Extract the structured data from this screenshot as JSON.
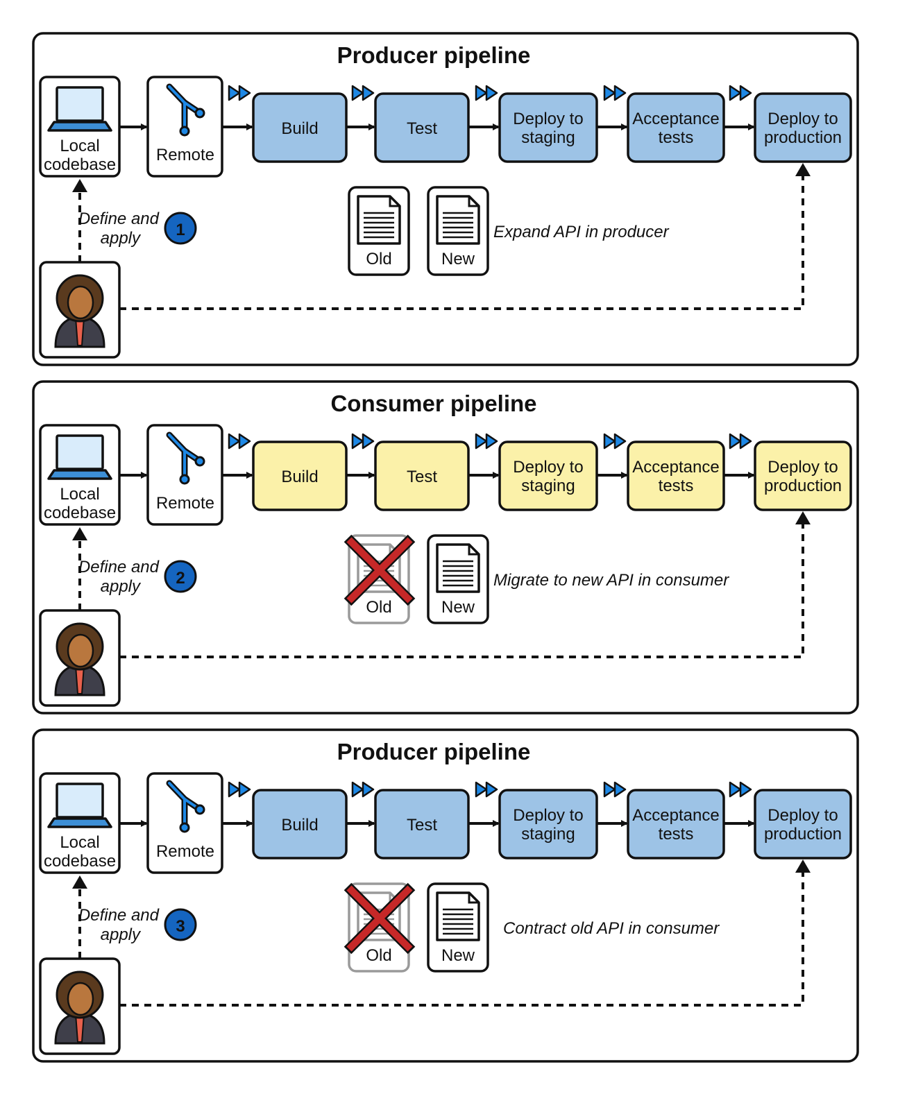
{
  "colors": {
    "producer_stage": "#9dc3e6",
    "consumer_stage": "#fbf1a9",
    "badge": "#1565c0",
    "cross": "#c62828",
    "fast_forward": "#1e88e5",
    "laptop": "#3d8fd6"
  },
  "icons": {
    "local": "laptop-icon",
    "remote": "git-branch-icon",
    "person": "developer-avatar-icon",
    "document": "document-icon",
    "fast_forward": "fast-forward-icon",
    "cross": "cross-out-icon"
  },
  "panels": [
    {
      "title": "Producer pipeline",
      "theme": "producer",
      "local_label": [
        "Local",
        "codebase"
      ],
      "remote_label": "Remote",
      "stages": [
        [
          "Build"
        ],
        [
          "Test"
        ],
        [
          "Deploy to",
          "staging"
        ],
        [
          "Acceptance",
          "tests"
        ],
        [
          "Deploy to",
          "production"
        ]
      ],
      "define_label": [
        "Define and",
        "apply"
      ],
      "step": "1",
      "docs": [
        {
          "label": "Old",
          "crossed": false
        },
        {
          "label": "New",
          "crossed": false
        }
      ],
      "note": "Expand API in producer"
    },
    {
      "title": "Consumer pipeline",
      "theme": "consumer",
      "local_label": [
        "Local",
        "codebase"
      ],
      "remote_label": "Remote",
      "stages": [
        [
          "Build"
        ],
        [
          "Test"
        ],
        [
          "Deploy to",
          "staging"
        ],
        [
          "Acceptance",
          "tests"
        ],
        [
          "Deploy to",
          "production"
        ]
      ],
      "define_label": [
        "Define and",
        "apply"
      ],
      "step": "2",
      "docs": [
        {
          "label": "Old",
          "crossed": true
        },
        {
          "label": "New",
          "crossed": false
        }
      ],
      "note": "Migrate to new API in consumer"
    },
    {
      "title": "Producer pipeline",
      "theme": "producer",
      "local_label": [
        "Local",
        "codebase"
      ],
      "remote_label": "Remote",
      "stages": [
        [
          "Build"
        ],
        [
          "Test"
        ],
        [
          "Deploy to",
          "staging"
        ],
        [
          "Acceptance",
          "tests"
        ],
        [
          "Deploy to",
          "production"
        ]
      ],
      "define_label": [
        "Define and",
        "apply"
      ],
      "step": "3",
      "docs": [
        {
          "label": "Old",
          "crossed": true
        },
        {
          "label": "New",
          "crossed": false
        }
      ],
      "note": "Contract old API in consumer"
    }
  ]
}
